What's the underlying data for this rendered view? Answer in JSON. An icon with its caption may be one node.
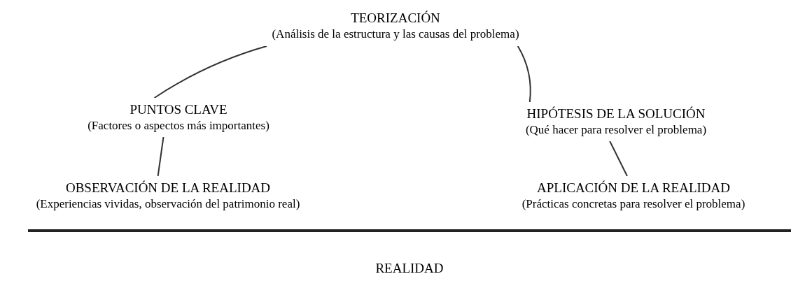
{
  "diagram": {
    "nodes": [
      {
        "text": [
          "TEORIZACIÓN",
          "(Análisis de la estructura y las causas del problema)"
        ]
      },
      {
        "text": [
          "PUNTOS CLAVE",
          "(Factores o aspectos más importantes)"
        ]
      },
      {
        "text": [
          "HIPÓTESIS DE LA SOLUCIÓN",
          "(Qué hacer para resolver el problema)"
        ]
      },
      {
        "text": [
          "OBSERVACIÓN DE LA REALIDAD",
          "(Experiencias vividas, observación del patrimonio real)"
        ]
      },
      {
        "text": [
          "APLICACIÓN DE LA REALIDAD",
          "(Prácticas concretas para resolver el problema)"
        ]
      }
    ],
    "edges": [
      {
        "from": 3,
        "to": 1,
        "arrow": "none"
      },
      {
        "from": 1,
        "to": 0,
        "arrow": "none"
      },
      {
        "from": 0,
        "to": 2,
        "arrow": "none"
      },
      {
        "from": 2,
        "to": 4,
        "arrow": "none"
      }
    ],
    "labels": [
      "REALIDAD"
    ]
  }
}
